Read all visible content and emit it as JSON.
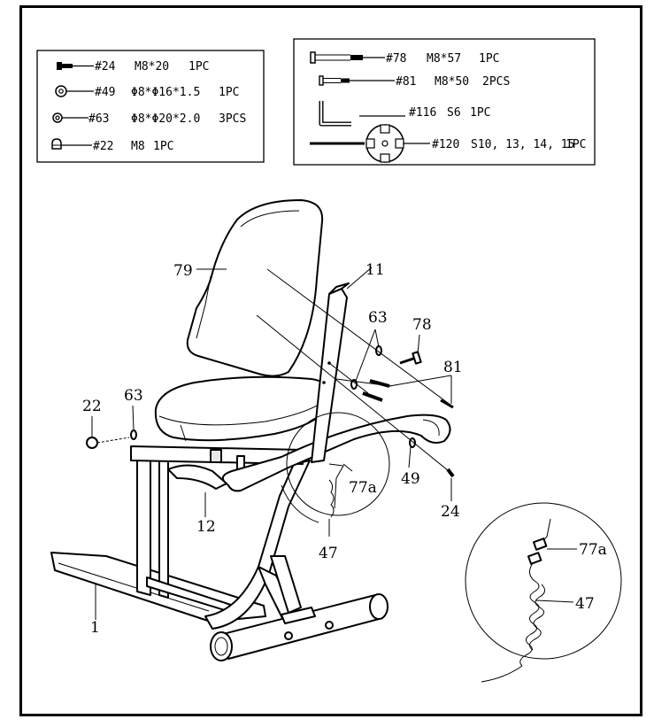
{
  "hardware_left": [
    {
      "code": "#24",
      "spec": "M8*20",
      "qty": "1PC",
      "icon": "bolt-icon"
    },
    {
      "code": "#49",
      "spec": "Φ8*Φ16*1.5",
      "qty": "1PC",
      "icon": "washer-icon"
    },
    {
      "code": "#63",
      "spec": "Φ8*Φ20*2.0",
      "qty": "3PCS",
      "icon": "washer-icon"
    },
    {
      "code": "#22",
      "spec": "M8",
      "qty": "1PC",
      "icon": "nut-icon"
    }
  ],
  "hardware_right": [
    {
      "code": "#78",
      "spec": "M8*57",
      "qty": "1PC",
      "icon": "long-bolt-icon"
    },
    {
      "code": "#81",
      "spec": "M8*50",
      "qty": "2PCS",
      "icon": "bolt-icon"
    },
    {
      "code": "#116",
      "spec": "S6",
      "qty": "1PC",
      "icon": "allen-key-icon"
    },
    {
      "code": "#120",
      "spec": "S10, 13, 14, 15",
      "qty": "1PC",
      "icon": "multi-wrench-icon"
    }
  ],
  "callouts": {
    "c79": "79",
    "c11": "11",
    "c63a": "63",
    "c78": "78",
    "c81": "81",
    "c22": "22",
    "c63b": "63",
    "c77a": "77a",
    "c49": "49",
    "c12": "12",
    "c47": "47",
    "c24": "24",
    "c1": "1",
    "d77a": "77a",
    "d47": "47"
  }
}
